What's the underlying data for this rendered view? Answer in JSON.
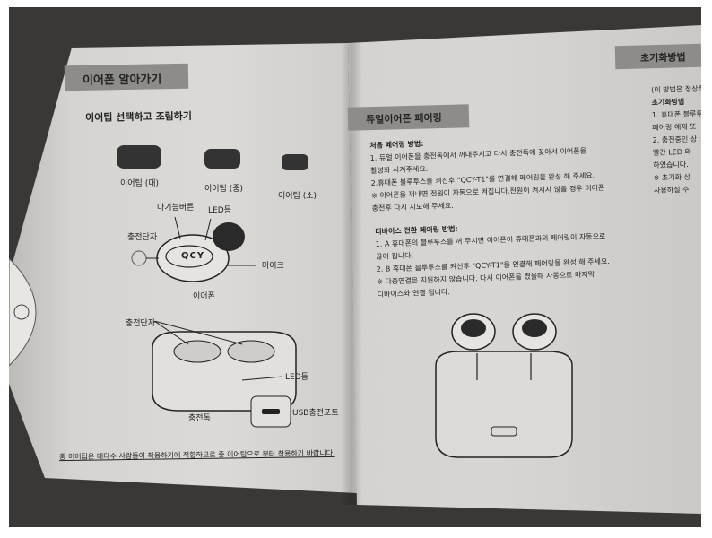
{
  "left_page": {
    "section_title": "이어폰 알아가기",
    "subtitle": "이어팁 선택하고 조립하기",
    "eartip_labels": [
      "이어팁 (대)",
      "이어팁 (중)",
      "이어팁 (소)"
    ],
    "earbud_labels": {
      "multi_button": "다기능버튼",
      "led": "LED등",
      "charge_terminal": "충전단자",
      "mic": "마이크",
      "earbud": "이어폰",
      "logo": "QCY"
    },
    "case_labels": {
      "charge_terminal": "충전단자",
      "led": "LED등",
      "usb_port": "USB충전포트",
      "case": "충전독"
    },
    "footer_note": "중 이어팁은 대다수 사람들이 착용하기에 적합하므로 중 이어팁으로 부터 착용하기 바랍니다."
  },
  "right_page": {
    "section_title": "듀얼이어폰 페어링",
    "first_pairing": {
      "heading": "처음 페어링 방법:",
      "lines": [
        "1. 듀얼 이어폰을 충전독에서 꺼내주시고  다시 충전독에 꽂아서 이어폰을",
        "활성화 시켜주세요.",
        "2.휴대폰 블루투스를 켜신후 \"QCY-T1\"를 연결해 페어링을 완성 해 주세요.",
        "※ 이어폰을 꺼내면 전원이 자동으로 켜집니다.전원이 켜지지 않을 경우 이어폰",
        "충전후 다시 시도해 주세요."
      ]
    },
    "device_switch": {
      "heading": "디바이스 전환 페어링 방법:",
      "lines": [
        "1. A 휴대폰의 블루투스를 꺼 주시면 이어폰이 휴대폰과의 페어링이 자동으로",
        "끊어 집니다.",
        "2. B 휴대폰 블루투스를 켜신후 \"QCY-T1\"을 연결해 페어링을 완성 해 주세요.",
        "※ 다중연결은 지원하지 않습니다. 다시 이어폰을 켰을때 자동으로 마지막",
        "디바이스와 연결 됩니다."
      ]
    }
  },
  "far_right_page": {
    "section_title": "초기화방법",
    "lines": [
      "(이 방법은 정상적",
      "초기화방법",
      "1. 휴대폰 블루투",
      "페어링 해제 또",
      "2. 충전중인 상",
      "빨간 LED 와",
      "하였습니다.",
      "※ 초기화 상",
      "사용하실 수"
    ]
  }
}
